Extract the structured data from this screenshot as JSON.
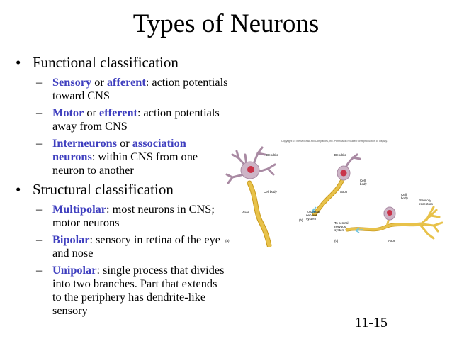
{
  "slide": {
    "title": "Types of Neurons",
    "slide_number": "11-15"
  },
  "functional": {
    "heading": "Functional classification",
    "items": [
      {
        "kw1": "Sensory",
        "mid": " or ",
        "kw2": "afferent",
        "rest": ": action potentials toward CNS"
      },
      {
        "kw1": "Motor",
        "mid": " or ",
        "kw2": "efferent",
        "rest": ": action potentials away from CNS"
      },
      {
        "kw1": "Interneurons",
        "mid": " or ",
        "kw2": "association neurons",
        "rest": ": within CNS from one neuron to another"
      }
    ]
  },
  "structural": {
    "heading": "Structural classification",
    "items": [
      {
        "kw": "Multipolar",
        "rest": ": most neurons in CNS; motor neurons"
      },
      {
        "kw": "Bipolar",
        "rest": ": sensory in retina of the eye and nose"
      },
      {
        "kw": "Unipolar",
        "rest": ": single process that divides into two branches. Part that extends to the periphery has dendrite-like sensory"
      }
    ]
  },
  "bullet_glyph": "•",
  "dash_glyph": "–",
  "figure": {
    "copyright": "Copyright © The McGraw-Hill Companies, Inc. Permission required for reproduction or display.",
    "labels": {
      "a_dendrite": "Dendrite",
      "a_cell_body": "Cell body",
      "a_axon": "Axon",
      "panel_a": "(a)",
      "b_dendrite": "Dendrite",
      "b_cell_line1": "Cell",
      "b_cell_line2": "body",
      "b_axon": "Axon",
      "b_cns_line1": "To central",
      "b_cns_line2": "nervous",
      "b_cns_line3": "system",
      "panel_b": "(b)",
      "c_cell_line1": "Cell",
      "c_cell_line2": "body",
      "c_receptor_line1": "Sensory",
      "c_receptor_line2": "receptors",
      "c_cns_line1": "To central",
      "c_cns_line2": "nervous",
      "c_cns_line3": "system",
      "c_axon": "Axon",
      "panel_c": "(c)"
    },
    "colors": {
      "axon": "#e8c24a",
      "axon_edge": "#c99a1c",
      "cell_body": "#cdb4c6",
      "nucleus": "#c9344a",
      "arrow": "#6cc2e0"
    }
  }
}
